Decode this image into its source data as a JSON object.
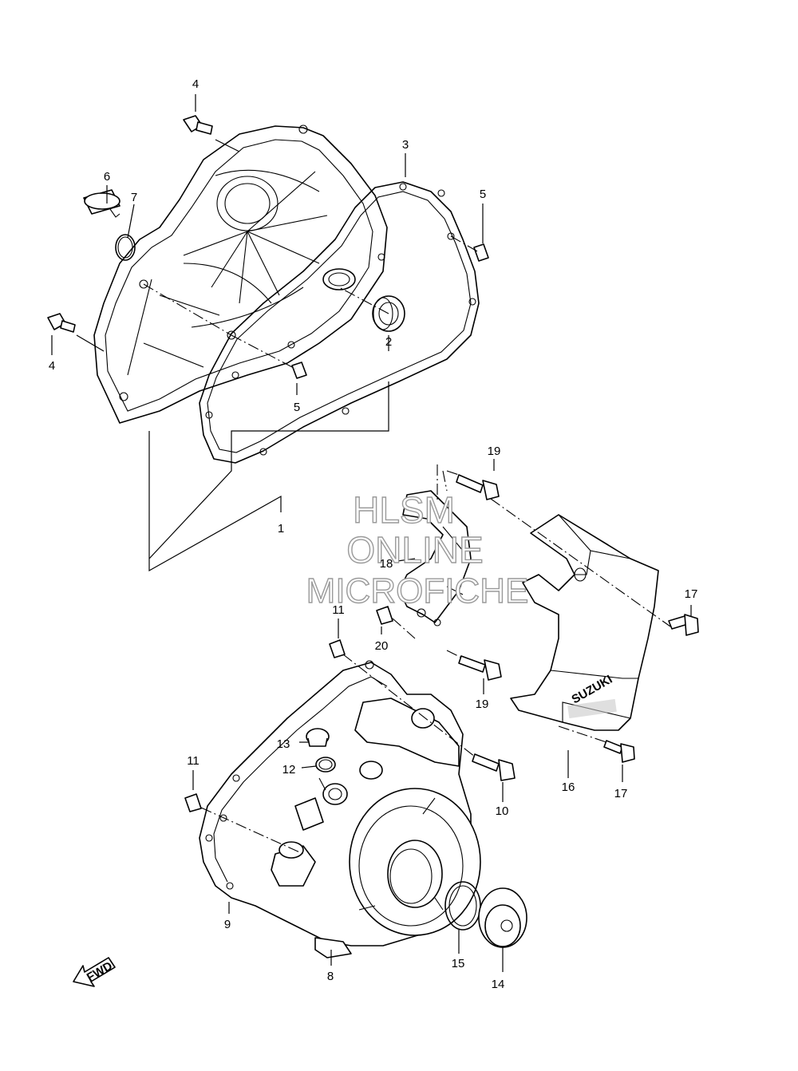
{
  "watermark": {
    "line1": "HLSM",
    "line2": "ONLINE",
    "line3": "MICROFICHE"
  },
  "fwd_label": "FWD",
  "brand_text": "SUZUKI",
  "callouts": {
    "c1": "1",
    "c2": "2",
    "c3": "3",
    "c4a": "4",
    "c4b": "4",
    "c5a": "5",
    "c5b": "5",
    "c6": "6",
    "c7": "7",
    "c8": "8",
    "c9": "9",
    "c10": "10",
    "c11a": "11",
    "c11b": "11",
    "c12": "12",
    "c13": "13",
    "c14": "14",
    "c15": "15",
    "c16": "16",
    "c17a": "17",
    "c17b": "17",
    "c18": "18",
    "c19a": "19",
    "c19b": "19",
    "c20": "20"
  }
}
